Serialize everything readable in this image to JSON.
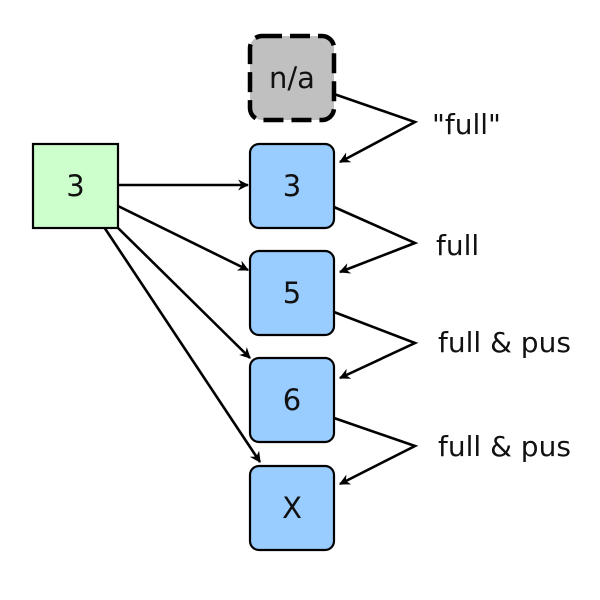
{
  "colors": {
    "source_fill": "#ccffcc",
    "node_fill": "#99ccff",
    "na_fill": "#c0c0c0",
    "stroke": "#000000"
  },
  "diagram": {
    "source": {
      "label": "3"
    },
    "na_node": {
      "label": "n/a",
      "style": "dashed"
    },
    "nodes": [
      {
        "label": "3"
      },
      {
        "label": "5"
      },
      {
        "label": "6"
      },
      {
        "label": "X"
      }
    ],
    "chain_labels": [
      "\"full\"",
      "full",
      "full & pus",
      "full & pus"
    ]
  }
}
